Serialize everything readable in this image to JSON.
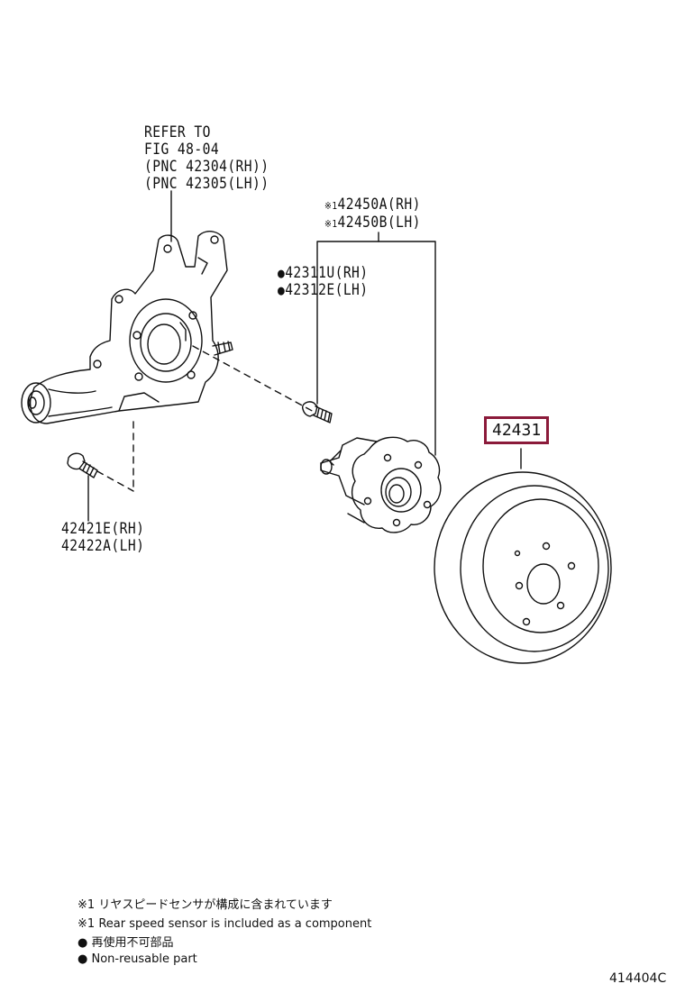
{
  "knuckle_ref": {
    "line1": "REFER TO",
    "line2": "FIG 48-04",
    "line3": "(PNC 42304(RH))",
    "line4": "(PNC 42305(LH))"
  },
  "hub_assembly": {
    "mark": "※1",
    "rh": "42450A(RH)",
    "lh": "42450B(LH)"
  },
  "hub_bolt": {
    "mark": "●",
    "rh": "42311U(RH)",
    "lh": "42312E(LH)"
  },
  "knuckle_bolt": {
    "rh": "42421E(RH)",
    "lh": "42422A(LH)"
  },
  "disc": {
    "part_number": "42431",
    "highlight_color": "#8b1a3a"
  },
  "notes": {
    "n1_mark": "※1",
    "n1_jp": "リヤスピードセンサが構成に含まれています",
    "n2_mark": "※1",
    "n2_en": "Rear speed sensor is included as a component",
    "n3_mark": "●",
    "n3_jp": "再使用不可部品",
    "n4_mark": "●",
    "n4_en": "Non-reusable part"
  },
  "illustration_code": "414404C"
}
